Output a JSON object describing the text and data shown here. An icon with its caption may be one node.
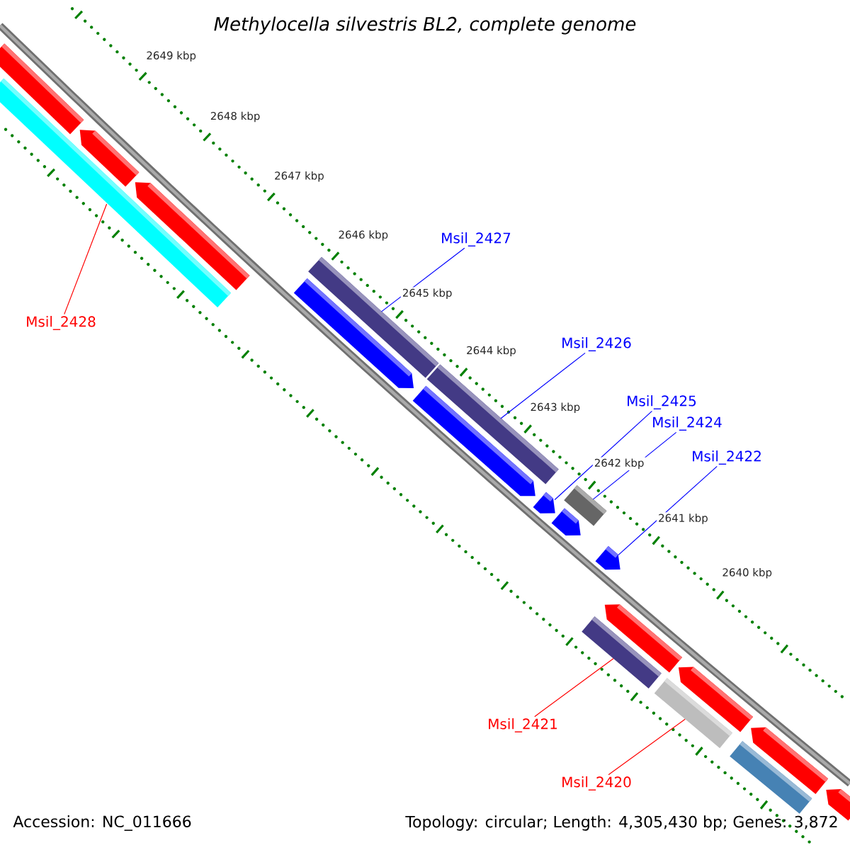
{
  "diagram": {
    "title": "Methylocella silvestris BL2, complete genome",
    "nodes": [
      {
        "text": [
          "Msil_2427"
        ]
      },
      {
        "text": [
          "Msil_2428"
        ]
      },
      {
        "text": [
          "Msil_2426"
        ]
      },
      {
        "text": [
          "Msil_2425"
        ]
      },
      {
        "text": [
          "Msil_2424"
        ]
      },
      {
        "text": [
          "Msil_2422"
        ]
      },
      {
        "text": [
          "Msil_2421"
        ]
      },
      {
        "text": [
          "Msil_2420"
        ]
      },
      {
        "text": [],
        "shape": "bar"
      },
      {
        "text": [],
        "shape": "bar"
      },
      {
        "text": [],
        "shape": "bar"
      },
      {
        "text": [],
        "shape": "bar"
      },
      {
        "text": [],
        "shape": "bar"
      },
      {
        "text": [],
        "shape": "bar"
      },
      {
        "text": [],
        "shape": "bar"
      },
      {
        "text": [],
        "shape": "bar"
      },
      {
        "text": [],
        "shape": "bar"
      },
      {
        "text": [],
        "shape": "bar"
      },
      {
        "text": [],
        "shape": "bar"
      },
      {
        "text": [],
        "shape": "bar"
      },
      {
        "text": [],
        "shape": "bar"
      },
      {
        "text": [],
        "shape": "bar"
      },
      {
        "text": [],
        "shape": "bar"
      },
      {
        "text": [],
        "shape": "bar"
      },
      {
        "text": [],
        "shape": "bar"
      },
      {
        "text": [],
        "shape": "bar"
      },
      {
        "text": [],
        "shape": "bar"
      }
    ],
    "edges": [
      {
        "from": 1,
        "to": 9,
        "arrow": "none",
        "color": "#ff0000"
      },
      {
        "from": 0,
        "to": 13,
        "arrow": "none"
      },
      {
        "from": 2,
        "to": 15,
        "arrow": "none"
      },
      {
        "from": 3,
        "to": 16,
        "arrow": "none"
      },
      {
        "from": 4,
        "to": 18,
        "arrow": "none"
      },
      {
        "from": 5,
        "to": 20,
        "arrow": "none"
      },
      {
        "from": 6,
        "to": 19,
        "arrow": "none",
        "color": "#ff0000"
      },
      {
        "from": 7,
        "to": 22,
        "arrow": "none",
        "color": "#ff0000"
      }
    ],
    "labels": [
      "2649 kbp",
      "2648 kbp",
      "2647 kbp",
      "2646 kbp",
      "2645 kbp",
      "2644 kbp",
      "2643 kbp",
      "2642 kbp",
      "2641 kbp",
      "2640 kbp",
      "Accession: NC_011666",
      "Topology: circular; Length: 4,305,430 bp; Genes: 3,872"
    ]
  }
}
